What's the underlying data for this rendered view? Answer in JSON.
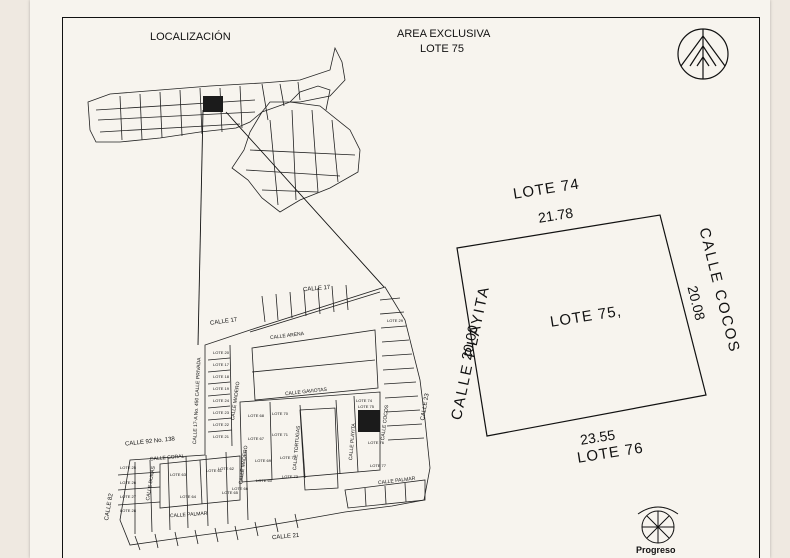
{
  "header": {
    "localizacion": "LOCALIZACIÓN",
    "area_title": "AREA EXCLUSIVA",
    "lote_title": "LOTE 75"
  },
  "lot_detail": {
    "north_neighbor": "LOTE 74",
    "north_dim": "21.78",
    "east_street": "CALLE COCOS",
    "east_dim": "20.08",
    "west_street": "CALLE PLAYITA",
    "west_dim": "20.00",
    "south_dim": "23.55",
    "south_neighbor": "LOTE 76",
    "center_label": "LOTE 75,"
  },
  "streets": {
    "calle17_a": "CALLE 17",
    "calle17_b": "CALLE 17",
    "arena": "CALLE ARENA",
    "gaviotas": "CALLE GAVIOTAS",
    "coral": "CALLE CORAL",
    "palmar_a": "CALLE PALMAR",
    "palmar_b": "CALLE PALMAR",
    "calle21": "CALLE 21",
    "calle92": "CALLE 92 No. 138",
    "calle82": "CALLE 82",
    "privada": "CALLE 17-A No. 450 CALLE PRIVADA",
    "madero_a": "CALLE MADERO",
    "madero_b": "CALLE MADERO",
    "tortugas": "CALLE TORTUGAS",
    "playita": "CALLE PLAYITA",
    "cocos": "CALLE COCOS",
    "dunas": "CALLE DUNAS",
    "calle23": "CALLE 23"
  },
  "plan_lots": {
    "l74": "LOTE 74",
    "l75": "LOTE 75",
    "l76": "LOTE 76",
    "l77": "LOTE 77",
    "l70": "LOTE 70",
    "l71": "LOTE 71",
    "l72": "LOTE 72",
    "l73": "LOTE 73",
    "l67": "LOTE 67",
    "l68": "LOTE 68",
    "l69": "LOTE 69",
    "l60": "LOTE 60",
    "l61": "LOTE 61",
    "l62": "LOTE 62",
    "l63": "LOTE 63",
    "l64": "LOTE 64",
    "l65": "LOTE 65",
    "l66": "LOTE 66",
    "l17": "LOTE 17",
    "l18": "LOTE 18",
    "l19": "LOTE 19",
    "l20": "LOTE 20",
    "l21": "LOTE 21",
    "l22": "LOTE 22",
    "l23": "LOTE 23",
    "l24": "LOTE 24",
    "l25": "LOTE 25",
    "l26": "LOTE 26",
    "l27": "LOTE 27",
    "l28": "LOTE 28",
    "l29": "LOTE 29"
  },
  "logo": {
    "text": "Progreso"
  }
}
